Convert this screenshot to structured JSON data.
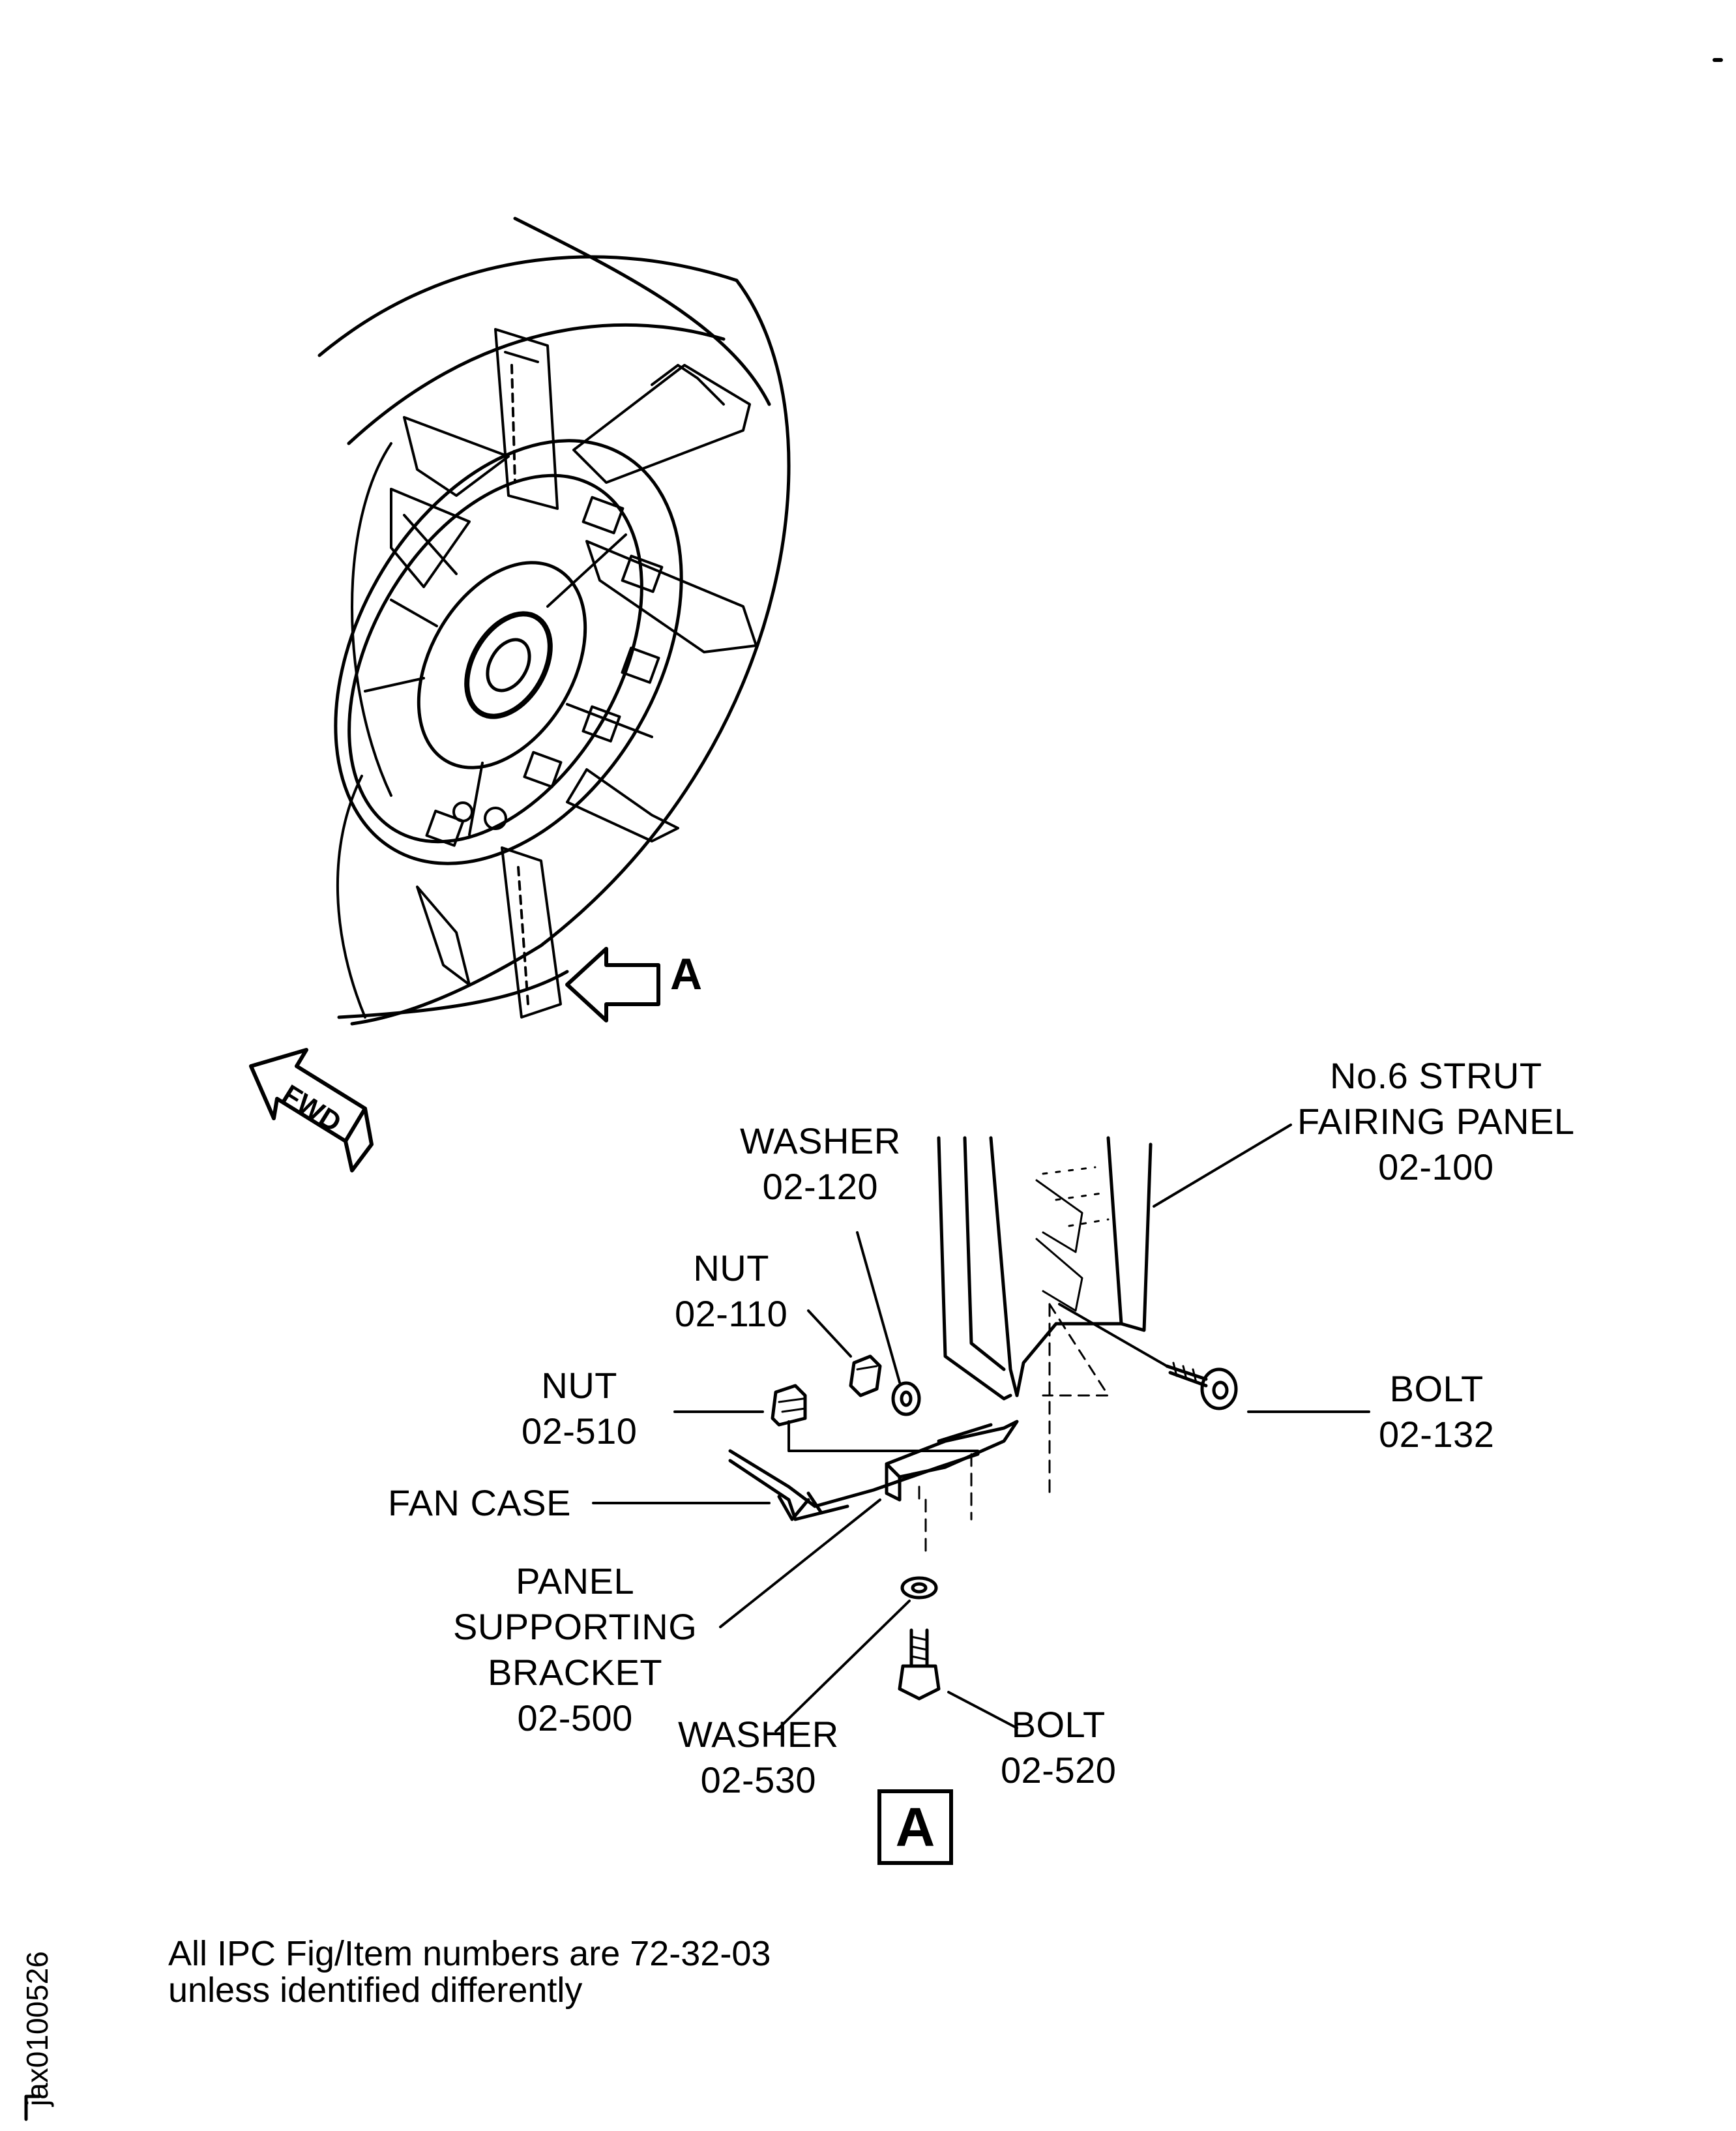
{
  "labels": {
    "arrow_view": "A",
    "fwd": "FWD",
    "strut_panel": [
      "No.6 STRUT",
      "FAIRING PANEL",
      "02-100"
    ],
    "washer_120": [
      "WASHER",
      "02-120"
    ],
    "nut_110": [
      "NUT",
      "02-110"
    ],
    "nut_510": [
      "NUT",
      "02-510"
    ],
    "fan_case": "FAN CASE",
    "bolt_132": [
      "BOLT",
      "02-132"
    ],
    "bracket": [
      "PANEL",
      "SUPPORTING",
      "BRACKET",
      "02-500"
    ],
    "washer_530": [
      "WASHER",
      "02-530"
    ],
    "bolt_520": [
      "BOLT",
      "02-520"
    ],
    "detail_box": "A"
  },
  "note": [
    "All IPC Fig/Item numbers are 72-32-03",
    "unless identified differently"
  ],
  "figure_code": "jax0100526"
}
